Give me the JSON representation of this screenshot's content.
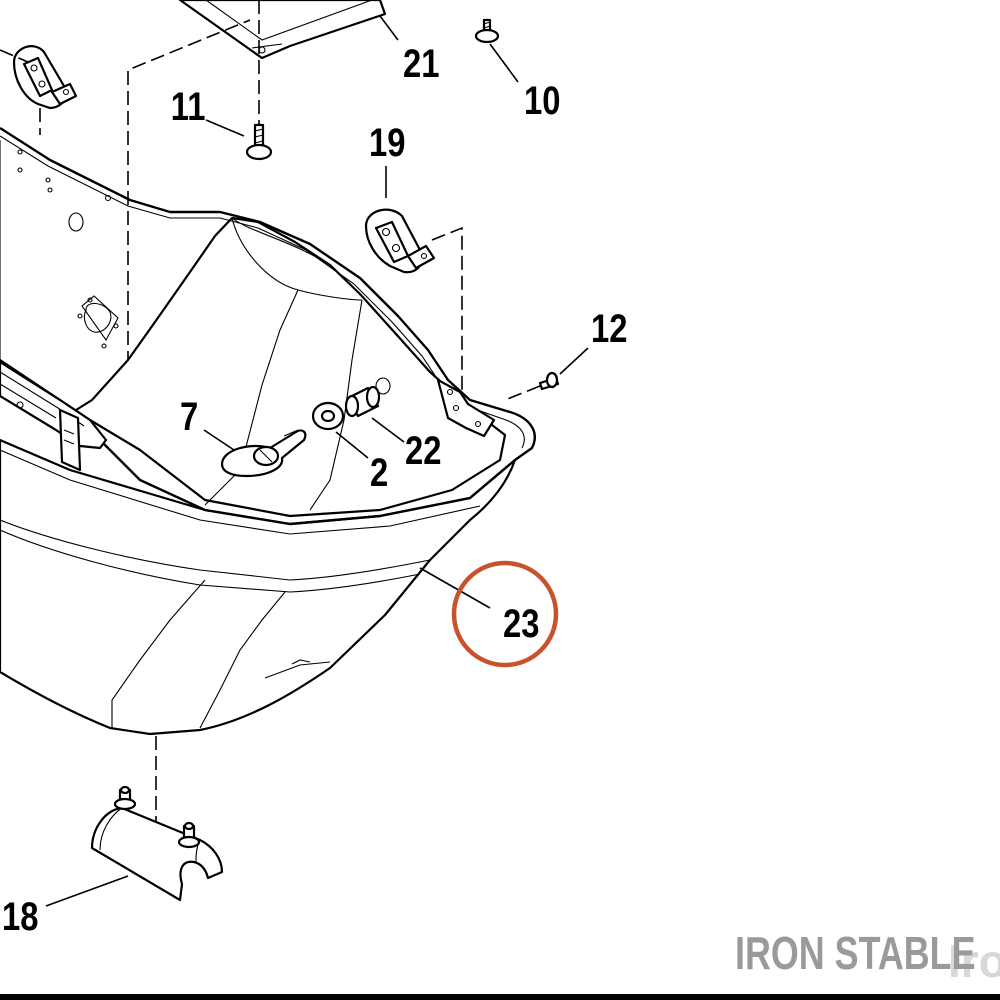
{
  "callouts": {
    "c21": "21",
    "c10": "10",
    "c11": "11",
    "c19": "19",
    "c12": "12",
    "c7": "7",
    "c22": "22",
    "c2": "2",
    "c23": "23",
    "c18": "18"
  },
  "highlight": {
    "callout": "23",
    "color": "#c9522c"
  },
  "watermark": {
    "text": "IRON STABLE",
    "ghost": "Iro"
  }
}
